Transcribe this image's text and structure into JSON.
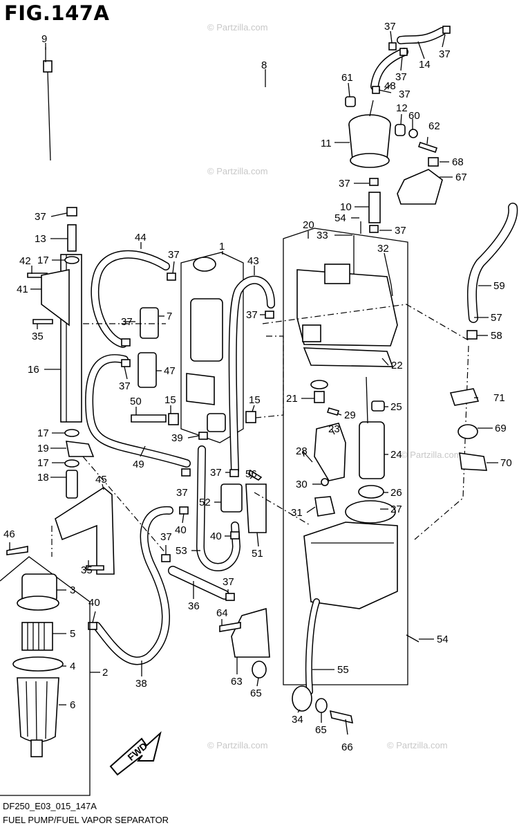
{
  "figure": {
    "title": "FIG.147A",
    "code": "DF250_E03_015_147A",
    "caption": "FUEL PUMP/FUEL VAPOR SEPARATOR"
  },
  "watermark": "© Partzilla.com",
  "fwd_label": "FWD",
  "callouts": [
    {
      "id": "c9",
      "num": "9"
    },
    {
      "id": "c8",
      "num": "8"
    },
    {
      "id": "c37a",
      "num": "37"
    },
    {
      "id": "c37b",
      "num": "37"
    },
    {
      "id": "c14",
      "num": "14"
    },
    {
      "id": "c37c",
      "num": "37"
    },
    {
      "id": "c61",
      "num": "61"
    },
    {
      "id": "c48",
      "num": "48"
    },
    {
      "id": "c37d",
      "num": "37"
    },
    {
      "id": "c12",
      "num": "12"
    },
    {
      "id": "c60",
      "num": "60"
    },
    {
      "id": "c62",
      "num": "62"
    },
    {
      "id": "c11",
      "num": "11"
    },
    {
      "id": "c68",
      "num": "68"
    },
    {
      "id": "c67",
      "num": "67"
    },
    {
      "id": "c37e",
      "num": "37"
    },
    {
      "id": "c10",
      "num": "10"
    },
    {
      "id": "c54a",
      "num": "54"
    },
    {
      "id": "c37f",
      "num": "37"
    },
    {
      "id": "c37g",
      "num": "37"
    },
    {
      "id": "c13",
      "num": "13"
    },
    {
      "id": "c44",
      "num": "44"
    },
    {
      "id": "c1",
      "num": "1"
    },
    {
      "id": "c43",
      "num": "43"
    },
    {
      "id": "c20",
      "num": "20"
    },
    {
      "id": "c33",
      "num": "33"
    },
    {
      "id": "c32",
      "num": "32"
    },
    {
      "id": "c59",
      "num": "59"
    },
    {
      "id": "c17a",
      "num": "17"
    },
    {
      "id": "c37h",
      "num": "37"
    },
    {
      "id": "c42",
      "num": "42"
    },
    {
      "id": "c41",
      "num": "41"
    },
    {
      "id": "c37i",
      "num": "37"
    },
    {
      "id": "c7",
      "num": "7"
    },
    {
      "id": "c37j",
      "num": "37"
    },
    {
      "id": "c57",
      "num": "57"
    },
    {
      "id": "c35a",
      "num": "35"
    },
    {
      "id": "c58",
      "num": "58"
    },
    {
      "id": "c16",
      "num": "16"
    },
    {
      "id": "c47",
      "num": "47"
    },
    {
      "id": "c37k",
      "num": "37"
    },
    {
      "id": "c22",
      "num": "22"
    },
    {
      "id": "c21",
      "num": "21"
    },
    {
      "id": "c71",
      "num": "71"
    },
    {
      "id": "c50",
      "num": "50"
    },
    {
      "id": "c15a",
      "num": "15"
    },
    {
      "id": "c15b",
      "num": "15"
    },
    {
      "id": "c29",
      "num": "29"
    },
    {
      "id": "c25",
      "num": "25"
    },
    {
      "id": "c23",
      "num": "23"
    },
    {
      "id": "c69",
      "num": "69"
    },
    {
      "id": "c17b",
      "num": "17"
    },
    {
      "id": "c39",
      "num": "39"
    },
    {
      "id": "c19",
      "num": "19"
    },
    {
      "id": "c49",
      "num": "49"
    },
    {
      "id": "c28",
      "num": "28"
    },
    {
      "id": "c24",
      "num": "24"
    },
    {
      "id": "c70",
      "num": "70"
    },
    {
      "id": "c17c",
      "num": "17"
    },
    {
      "id": "c18",
      "num": "18"
    },
    {
      "id": "c37l",
      "num": "37"
    },
    {
      "id": "c56",
      "num": "56"
    },
    {
      "id": "c45",
      "num": "45"
    },
    {
      "id": "c30",
      "num": "30"
    },
    {
      "id": "c26",
      "num": "26"
    },
    {
      "id": "c37m",
      "num": "37"
    },
    {
      "id": "c52",
      "num": "52"
    },
    {
      "id": "c27",
      "num": "27"
    },
    {
      "id": "c31",
      "num": "31"
    },
    {
      "id": "c46",
      "num": "46"
    },
    {
      "id": "c40a",
      "num": "40"
    },
    {
      "id": "c37n",
      "num": "37"
    },
    {
      "id": "c40b",
      "num": "40"
    },
    {
      "id": "c51",
      "num": "51"
    },
    {
      "id": "c53",
      "num": "53"
    },
    {
      "id": "c35b",
      "num": "35"
    },
    {
      "id": "c3",
      "num": "3"
    },
    {
      "id": "c37o",
      "num": "37"
    },
    {
      "id": "c36",
      "num": "36"
    },
    {
      "id": "c40c",
      "num": "40"
    },
    {
      "id": "c64",
      "num": "64"
    },
    {
      "id": "c5",
      "num": "5"
    },
    {
      "id": "c54b",
      "num": "54"
    },
    {
      "id": "c4",
      "num": "4"
    },
    {
      "id": "c2",
      "num": "2"
    },
    {
      "id": "c38",
      "num": "38"
    },
    {
      "id": "c63",
      "num": "63"
    },
    {
      "id": "c55",
      "num": "55"
    },
    {
      "id": "c65a",
      "num": "65"
    },
    {
      "id": "c6",
      "num": "6"
    },
    {
      "id": "c34",
      "num": "34"
    },
    {
      "id": "c65b",
      "num": "65"
    },
    {
      "id": "c66",
      "num": "66"
    }
  ]
}
